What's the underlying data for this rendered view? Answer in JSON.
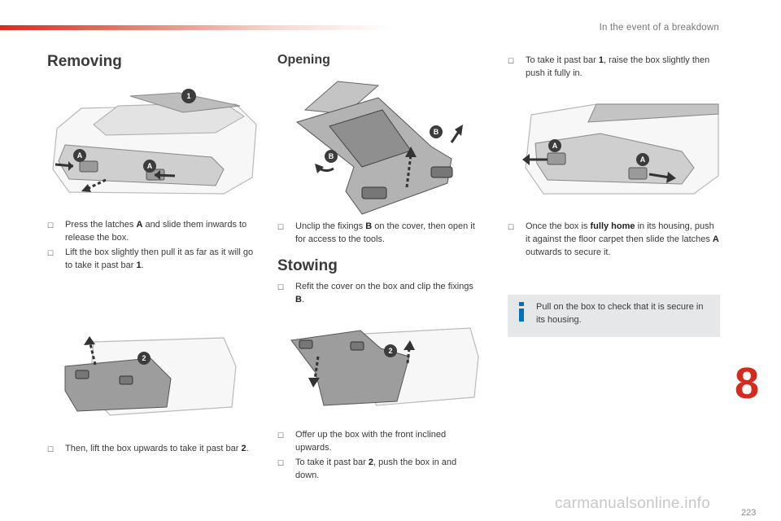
{
  "header": "In the event of a breakdown",
  "chapter_number": "8",
  "page_number": "223",
  "watermark": "carmanualsonline.info",
  "sections": {
    "removing": {
      "title": "Removing",
      "bullets": [
        {
          "before": "Press the latches ",
          "bold": "A",
          "after": " and slide them inwards to release the box."
        },
        {
          "before": "Lift the box slightly then pull it as far as it will go to take it past bar ",
          "bold": "1",
          "after": "."
        }
      ],
      "then": {
        "before": "Then, lift the box upwards to take it past bar ",
        "bold": "2",
        "after": "."
      }
    },
    "opening": {
      "title": "Opening",
      "bullets": [
        {
          "before": "Unclip the fixings ",
          "bold": "B",
          "after": " on the cover, then open it for access to the tools."
        }
      ]
    },
    "stowing": {
      "title": "Stowing",
      "bullets": [
        {
          "before": "Refit the cover on the box and clip the fixings ",
          "bold": "B",
          "after": "."
        }
      ],
      "bottom_bullets": [
        {
          "before": "Offer up the box with the front inclined upwards.",
          "bold": "",
          "after": ""
        },
        {
          "before": "To take it past bar ",
          "bold": "2",
          "after": ", push the box in and down."
        }
      ]
    },
    "right": {
      "top_bullet": {
        "before": "To take it past bar ",
        "bold": "1",
        "after": ", raise the box slightly then push it fully in."
      },
      "home_bullet": {
        "before": "Once the box is ",
        "bold": "fully home",
        "after": " in its housing, push it against the floor carpet then slide the latches ",
        "bold2": "A",
        "after2": " outwards to secure it."
      }
    }
  },
  "info_box": {
    "text": "Pull on the box to check that it is secure in its housing."
  },
  "callouts": {
    "a": "A",
    "b": "B",
    "one": "1",
    "two": "2"
  },
  "colors": {
    "accent": "#d52b1e",
    "info_background": "#e6e7e8",
    "callout_fill": "#3c3c3c",
    "info_icon": "#0072bc"
  }
}
